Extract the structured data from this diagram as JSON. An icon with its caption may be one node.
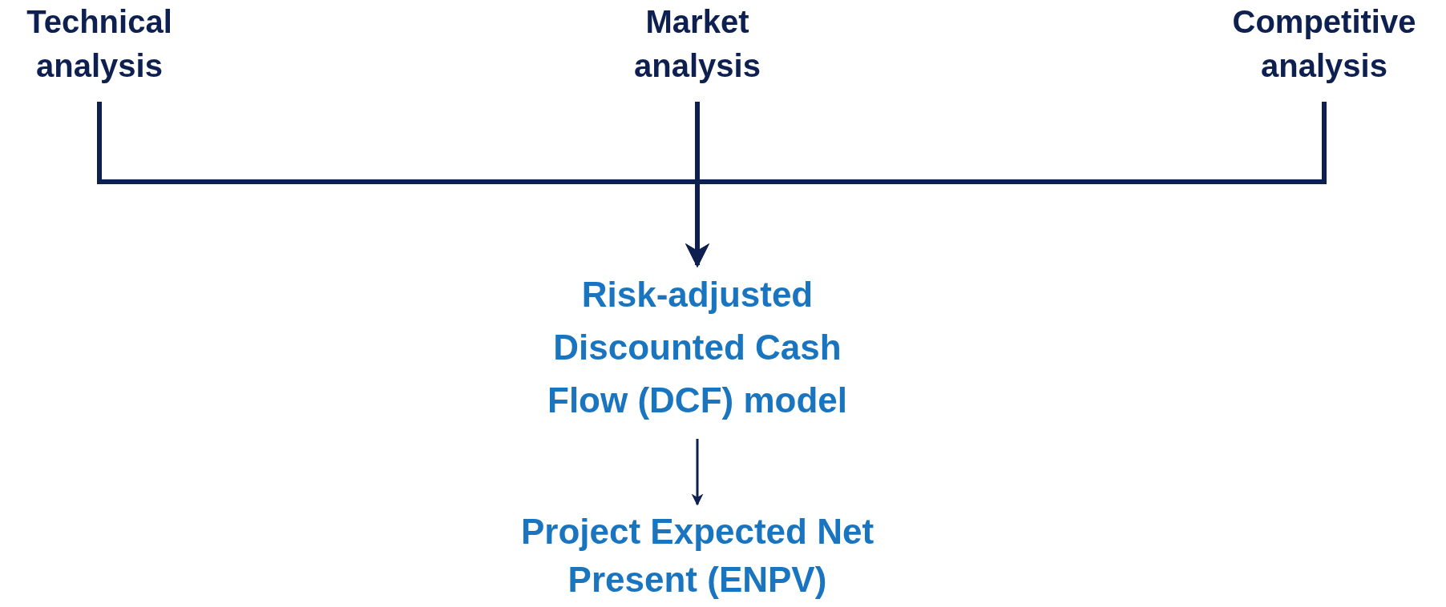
{
  "diagram": {
    "nodes": [
      {
        "text": [
          "Technical analysis"
        ]
      },
      {
        "text": [
          "Market analysis"
        ]
      },
      {
        "text": [
          "Competitive analysis"
        ]
      },
      {
        "text": [
          "Risk-adjusted Discounted Cash Flow (DCF) model"
        ]
      },
      {
        "text": [
          "Project Expected Net Present (ENPV)"
        ]
      }
    ],
    "edges": [
      {
        "from": 0,
        "to": 3,
        "arrow": "to"
      },
      {
        "from": 1,
        "to": 3,
        "arrow": "to"
      },
      {
        "from": 2,
        "to": 3,
        "arrow": "to"
      },
      {
        "from": 3,
        "to": 4,
        "arrow": "to"
      }
    ]
  }
}
